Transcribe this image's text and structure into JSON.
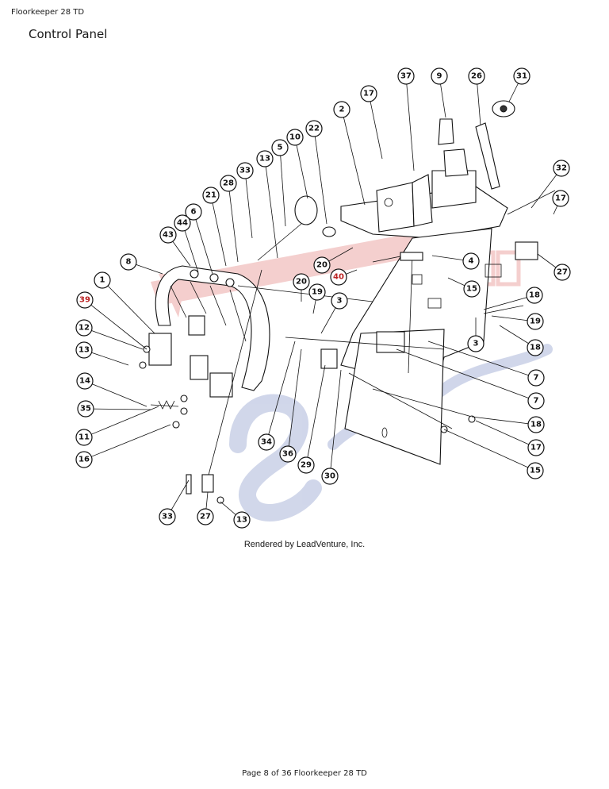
{
  "header": {
    "doc_title": "Floorkeeper 28 TD"
  },
  "page": {
    "title": "Control Panel"
  },
  "credit": "Rendered by LeadVenture, Inc.",
  "footer": {
    "text": "Page 8 of 36 Floorkeeper 28 TD"
  },
  "colors": {
    "callout_red": "#b22222",
    "watermark_red": "#d9534f",
    "watermark_blue": "#5b6fb5"
  },
  "callouts": [
    {
      "label": "37"
    },
    {
      "label": "9"
    },
    {
      "label": "26"
    },
    {
      "label": "31"
    },
    {
      "label": "17"
    },
    {
      "label": "2"
    },
    {
      "label": "22"
    },
    {
      "label": "10"
    },
    {
      "label": "5"
    },
    {
      "label": "13"
    },
    {
      "label": "33"
    },
    {
      "label": "28"
    },
    {
      "label": "21"
    },
    {
      "label": "6"
    },
    {
      "label": "44"
    },
    {
      "label": "43"
    },
    {
      "label": "32"
    },
    {
      "label": "17"
    },
    {
      "label": "27"
    },
    {
      "label": "20"
    },
    {
      "label": "4"
    },
    {
      "label": "40"
    },
    {
      "label": "15"
    },
    {
      "label": "8"
    },
    {
      "label": "1"
    },
    {
      "label": "20"
    },
    {
      "label": "19"
    },
    {
      "label": "3"
    },
    {
      "label": "39"
    },
    {
      "label": "18"
    },
    {
      "label": "19"
    },
    {
      "label": "3"
    },
    {
      "label": "18"
    },
    {
      "label": "12"
    },
    {
      "label": "13"
    },
    {
      "label": "7"
    },
    {
      "label": "7"
    },
    {
      "label": "14"
    },
    {
      "label": "35"
    },
    {
      "label": "18"
    },
    {
      "label": "11"
    },
    {
      "label": "34"
    },
    {
      "label": "17"
    },
    {
      "label": "16"
    },
    {
      "label": "36"
    },
    {
      "label": "29"
    },
    {
      "label": "15"
    },
    {
      "label": "30"
    },
    {
      "label": "33"
    },
    {
      "label": "27"
    },
    {
      "label": "13"
    }
  ]
}
